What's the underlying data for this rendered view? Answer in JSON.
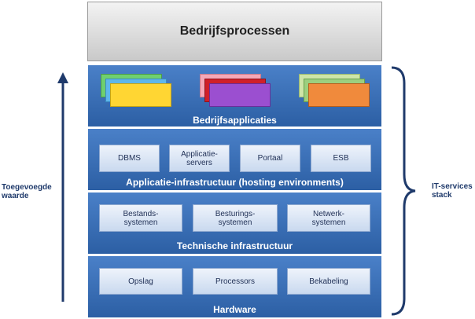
{
  "top_layer": {
    "title": "Bedrijfsprocessen"
  },
  "layers": {
    "applications": {
      "label": "Bedrijfsapplicaties"
    },
    "app_infra": {
      "label": "Applicatie-infrastructuur  (hosting environments)",
      "boxes": [
        "DBMS",
        "Applicatie-\nservers",
        "Portaal",
        "ESB"
      ]
    },
    "tech_infra": {
      "label": "Technische infrastructuur",
      "boxes": [
        "Bestands-\nsystemen",
        "Besturings-\nsystemen",
        "Netwerk-\nsystemen"
      ]
    },
    "hardware": {
      "label": "Hardware",
      "boxes": [
        "Opslag",
        "Processors",
        "Bekabeling"
      ]
    }
  },
  "left_label": "Toegevoegde\nwaarde",
  "right_label": "IT-services\nstack",
  "colors": {
    "layer_blue": "#3a6fb8",
    "arrow": "#1f3a6b",
    "card_group_1": [
      "#6fcf6f",
      "#5fb7ea",
      "#ffd633"
    ],
    "card_group_2": [
      "#f5a8b8",
      "#d0202a",
      "#9b4fd0"
    ],
    "card_group_3": [
      "#cfe5a8",
      "#9ccf7f",
      "#f08a3c"
    ]
  }
}
